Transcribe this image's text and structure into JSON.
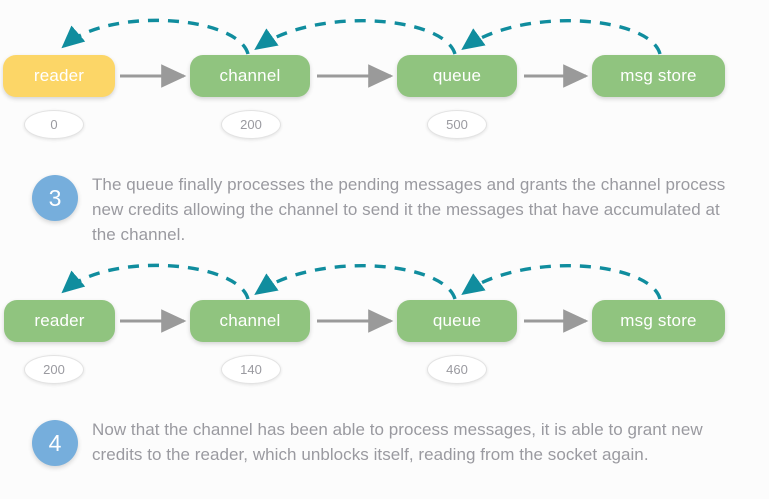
{
  "palette": {
    "background": "#fcfcfc",
    "node_green": "#90c47f",
    "node_yellow": "#fcd667",
    "node_label": "#ffffff",
    "credit_text": "#9a9aa0",
    "credit_fill": "#ffffff",
    "credit_stroke": "#e3e3e3",
    "flow_arrow": "#9a9a9a",
    "credit_arrow": "#108d9e",
    "step_badge": "#76aedc",
    "caption_text": "#9a9aa0"
  },
  "diagrams": [
    {
      "id": "diagram-step-3",
      "nodes": [
        {
          "name": "reader",
          "label": "reader",
          "color": "yellow",
          "credit": "0"
        },
        {
          "name": "channel",
          "label": "channel",
          "color": "green",
          "credit": "200"
        },
        {
          "name": "queue",
          "label": "queue",
          "color": "green",
          "credit": "500"
        },
        {
          "name": "msg-store",
          "label": "msg store",
          "color": "green",
          "credit": null
        }
      ],
      "flow_arrows": [
        {
          "from": "reader",
          "to": "channel",
          "style": "solid",
          "direction": "right"
        },
        {
          "from": "channel",
          "to": "queue",
          "style": "solid",
          "direction": "right"
        },
        {
          "from": "queue",
          "to": "msg-store",
          "style": "solid",
          "direction": "right"
        }
      ],
      "credit_arrows": [
        {
          "from": "channel",
          "to": "reader",
          "style": "dashed",
          "direction": "left"
        },
        {
          "from": "queue",
          "to": "channel",
          "style": "dashed",
          "direction": "left"
        },
        {
          "from": "msg-store",
          "to": "queue",
          "style": "dashed",
          "direction": "left"
        }
      ]
    },
    {
      "id": "diagram-step-4",
      "nodes": [
        {
          "name": "reader",
          "label": "reader",
          "color": "green",
          "credit": "200"
        },
        {
          "name": "channel",
          "label": "channel",
          "color": "green",
          "credit": "140"
        },
        {
          "name": "queue",
          "label": "queue",
          "color": "green",
          "credit": "460"
        },
        {
          "name": "msg-store",
          "label": "msg store",
          "color": "green",
          "credit": null
        }
      ],
      "flow_arrows": [
        {
          "from": "reader",
          "to": "channel",
          "style": "solid",
          "direction": "right"
        },
        {
          "from": "channel",
          "to": "queue",
          "style": "solid",
          "direction": "right"
        },
        {
          "from": "queue",
          "to": "msg-store",
          "style": "solid",
          "direction": "right"
        }
      ],
      "credit_arrows": [
        {
          "from": "channel",
          "to": "reader",
          "style": "dashed",
          "direction": "left"
        },
        {
          "from": "queue",
          "to": "channel",
          "style": "dashed",
          "direction": "left"
        },
        {
          "from": "msg-store",
          "to": "queue",
          "style": "dashed",
          "direction": "left"
        }
      ]
    }
  ],
  "captions": [
    {
      "id": "caption-step-3",
      "number": "3",
      "text": "The queue finally processes the pending messages and grants the channel process new credits allowing the channel to send it the messages that have accumulated at the channel."
    },
    {
      "id": "caption-step-4",
      "number": "4",
      "text": "Now that the channel has been able to process messages, it is able to grant new credits to the reader, which unblocks itself, reading from the socket again."
    }
  ]
}
